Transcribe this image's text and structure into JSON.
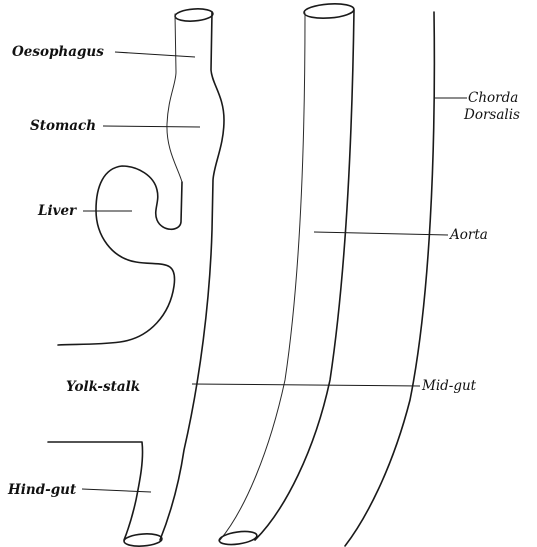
{
  "labels": {
    "oesophagus": "Oesophagus",
    "stomach": "Stomach",
    "liver": "Liver",
    "yolk_stalk": "Yolk-stalk",
    "hind_gut": "Hind-gut",
    "chorda_line1": "Chorda",
    "chorda_line2": "Dorsalis",
    "aorta": "Aorta",
    "mid_gut": "Mid-gut"
  }
}
